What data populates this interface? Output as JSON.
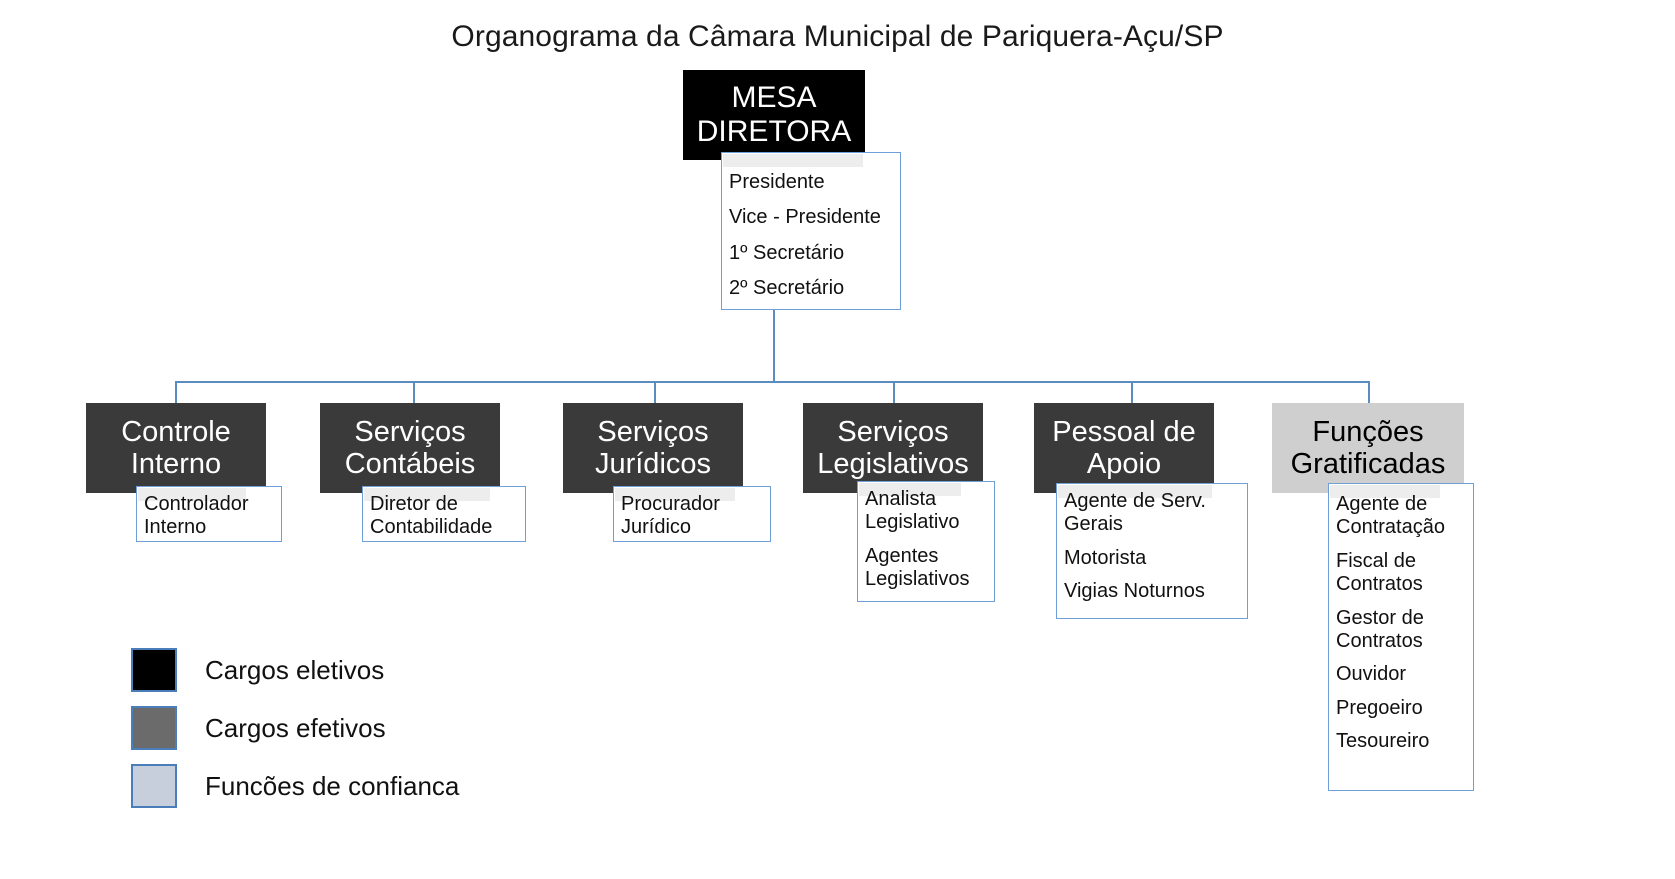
{
  "title": "Organograma da Câmara Municipal de Pariquera-Açu/SP",
  "root": {
    "label": "MESA\nDIRETORA",
    "type": "elective",
    "members": [
      "Presidente",
      "Vice - Presidente",
      "1º Secretário",
      "2º Secretário"
    ]
  },
  "departments": [
    {
      "label": "Controle\nInterno",
      "type": "effective",
      "roles": [
        "Controlador\nInterno"
      ]
    },
    {
      "label": "Serviços\nContábeis",
      "type": "effective",
      "roles": [
        "Diretor de\nContabilidade"
      ]
    },
    {
      "label": "Serviços\nJurídicos",
      "type": "effective",
      "roles": [
        "Procurador\nJurídico"
      ]
    },
    {
      "label": "Serviços\nLegislativos",
      "type": "effective",
      "roles": [
        "Analista\nLegislativo",
        "Agentes\nLegislativos"
      ]
    },
    {
      "label": "Pessoal de\nApoio",
      "type": "effective",
      "roles": [
        "Agente de Serv.\nGerais",
        "Motorista",
        "Vigias Noturnos"
      ]
    },
    {
      "label": "Funções\nGratificadas",
      "type": "trust",
      "roles": [
        "Agente de\nContratação",
        "Fiscal de\nContratos",
        "Gestor de\nContratos",
        "Ouvidor",
        "Pregoeiro",
        "Tesoureiro"
      ]
    }
  ],
  "legend": {
    "items": [
      {
        "label": "Cargos eletivos",
        "color": "#000000"
      },
      {
        "label": "Cargos efetivos",
        "color": "#6b6b6b"
      },
      {
        "label": "Funcões de confianca",
        "color": "#c7cfdd"
      }
    ]
  },
  "colors": {
    "elective": "#000000",
    "effective": "#3a3a3a",
    "trust": "#cfcfcf",
    "connector": "#5b8cc0",
    "panel_border": "#6f9fd8",
    "panel_strip": "#ededed"
  }
}
